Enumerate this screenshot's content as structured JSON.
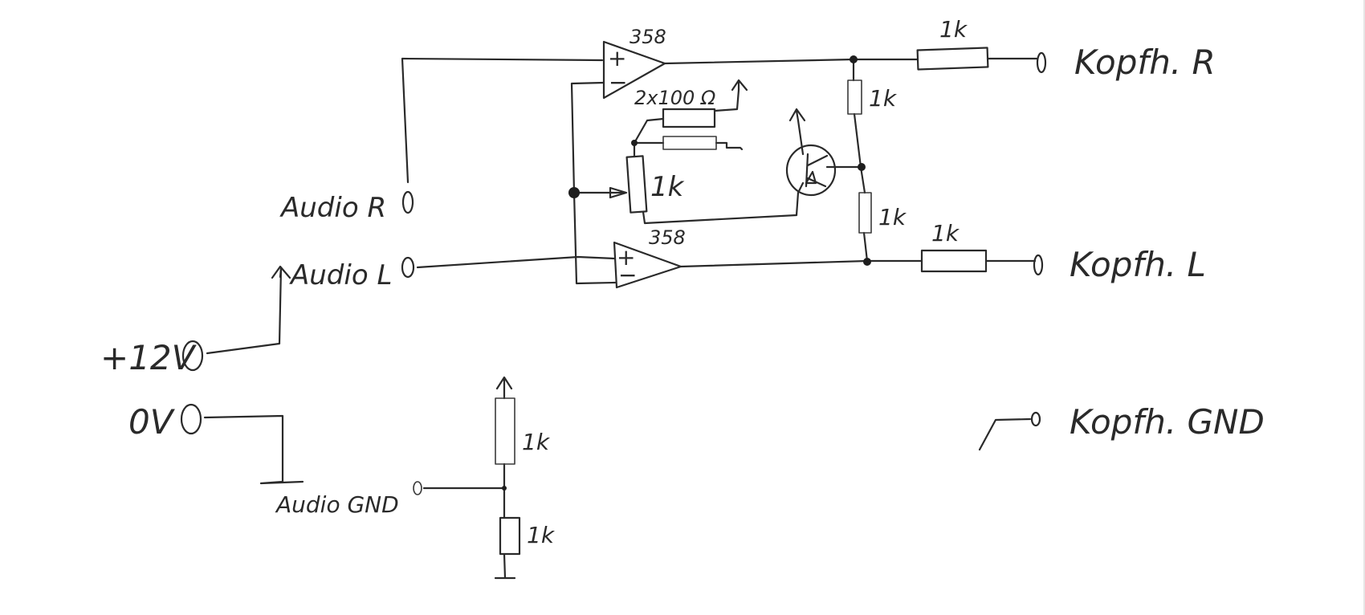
{
  "labels": {
    "audio_r": "Audio R",
    "audio_l": "Audio L",
    "audio_gnd": "Audio GND",
    "supply_plus": "+12V",
    "supply_zero": "0V",
    "out_r": "Kopfh. R",
    "out_l": "Kopfh. L",
    "out_gnd": "Kopfh. GND",
    "opamp_top": "358",
    "opamp_bottom": "358",
    "r_out_r": "1k",
    "r_out_l": "1k",
    "r_div_top": "1k",
    "r_div_bottom": "1k",
    "r_pot": "1k",
    "r_dual": "2x100 Ω",
    "r_gnd_top": "1k",
    "r_gnd_bottom": "1k",
    "plus_sign_top": "+",
    "minus_sign_top": "−",
    "plus_sign_bottom": "+",
    "minus_sign_bottom": "−"
  }
}
